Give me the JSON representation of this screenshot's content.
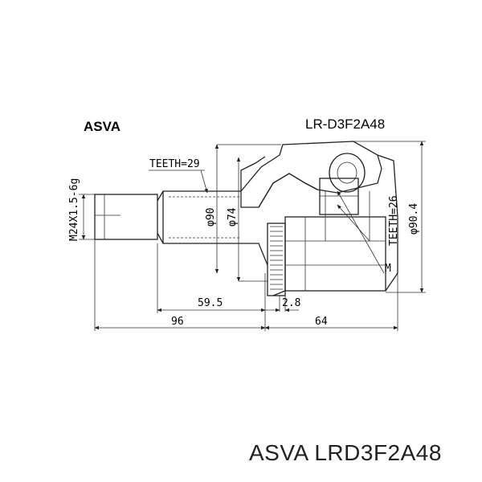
{
  "header": {
    "brand": "ASVA",
    "part_code": "LR-D3F2A48"
  },
  "labels": {
    "teeth_outer": "TEETH=29",
    "teeth_inner": "TEETH=26",
    "thread": "M24X1.5-6g",
    "dia_90": "φ90",
    "dia_74": "φ74",
    "dia_904": "φ90.4",
    "m": "M"
  },
  "dimensions": {
    "d_595": "59.5",
    "d_28": "2.8",
    "d_96": "96",
    "d_64": "64"
  },
  "footer": {
    "text": "ASVA LRD3F2A48"
  }
}
